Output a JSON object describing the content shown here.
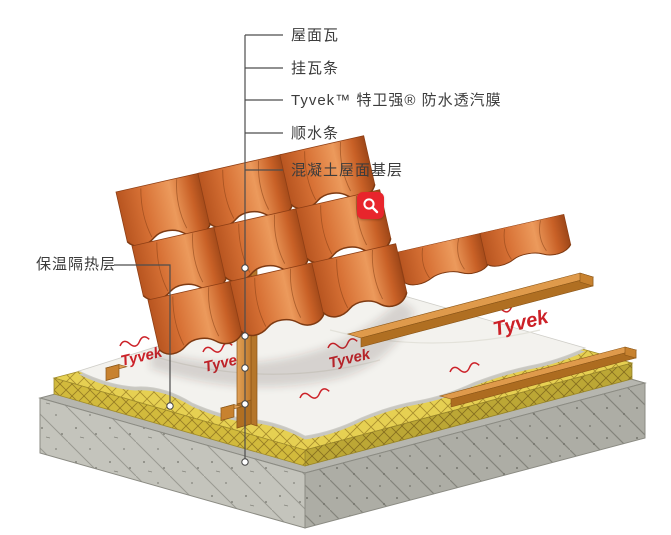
{
  "diagram": {
    "callout_labels": [
      {
        "id": "roof-tile",
        "text": "屋面瓦"
      },
      {
        "id": "tile-batten",
        "text": "挂瓦条"
      },
      {
        "id": "membrane",
        "text": "Tyvek™ 特卫强® 防水透汽膜"
      },
      {
        "id": "counter-batten",
        "text": "顺水条"
      },
      {
        "id": "concrete-deck",
        "text": "混凝土屋面基层"
      }
    ],
    "side_label": {
      "id": "insulation",
      "text": "保温隔热层"
    },
    "membrane_brand": "Tyvek",
    "colors": {
      "label_text": "#3c3c3c",
      "leader_line": "#4d4d4d",
      "tile_orange": "#d96f35",
      "wood": "#d28a3e",
      "insulation_yellow": "#e3cc4f",
      "membrane_white": "#f3f2ee",
      "brand_red": "#cc2128",
      "concrete_gray": "#b9b9b2",
      "zoom_badge_red": "#e8252c"
    },
    "zoom_button": {
      "icon": "magnifier"
    }
  }
}
